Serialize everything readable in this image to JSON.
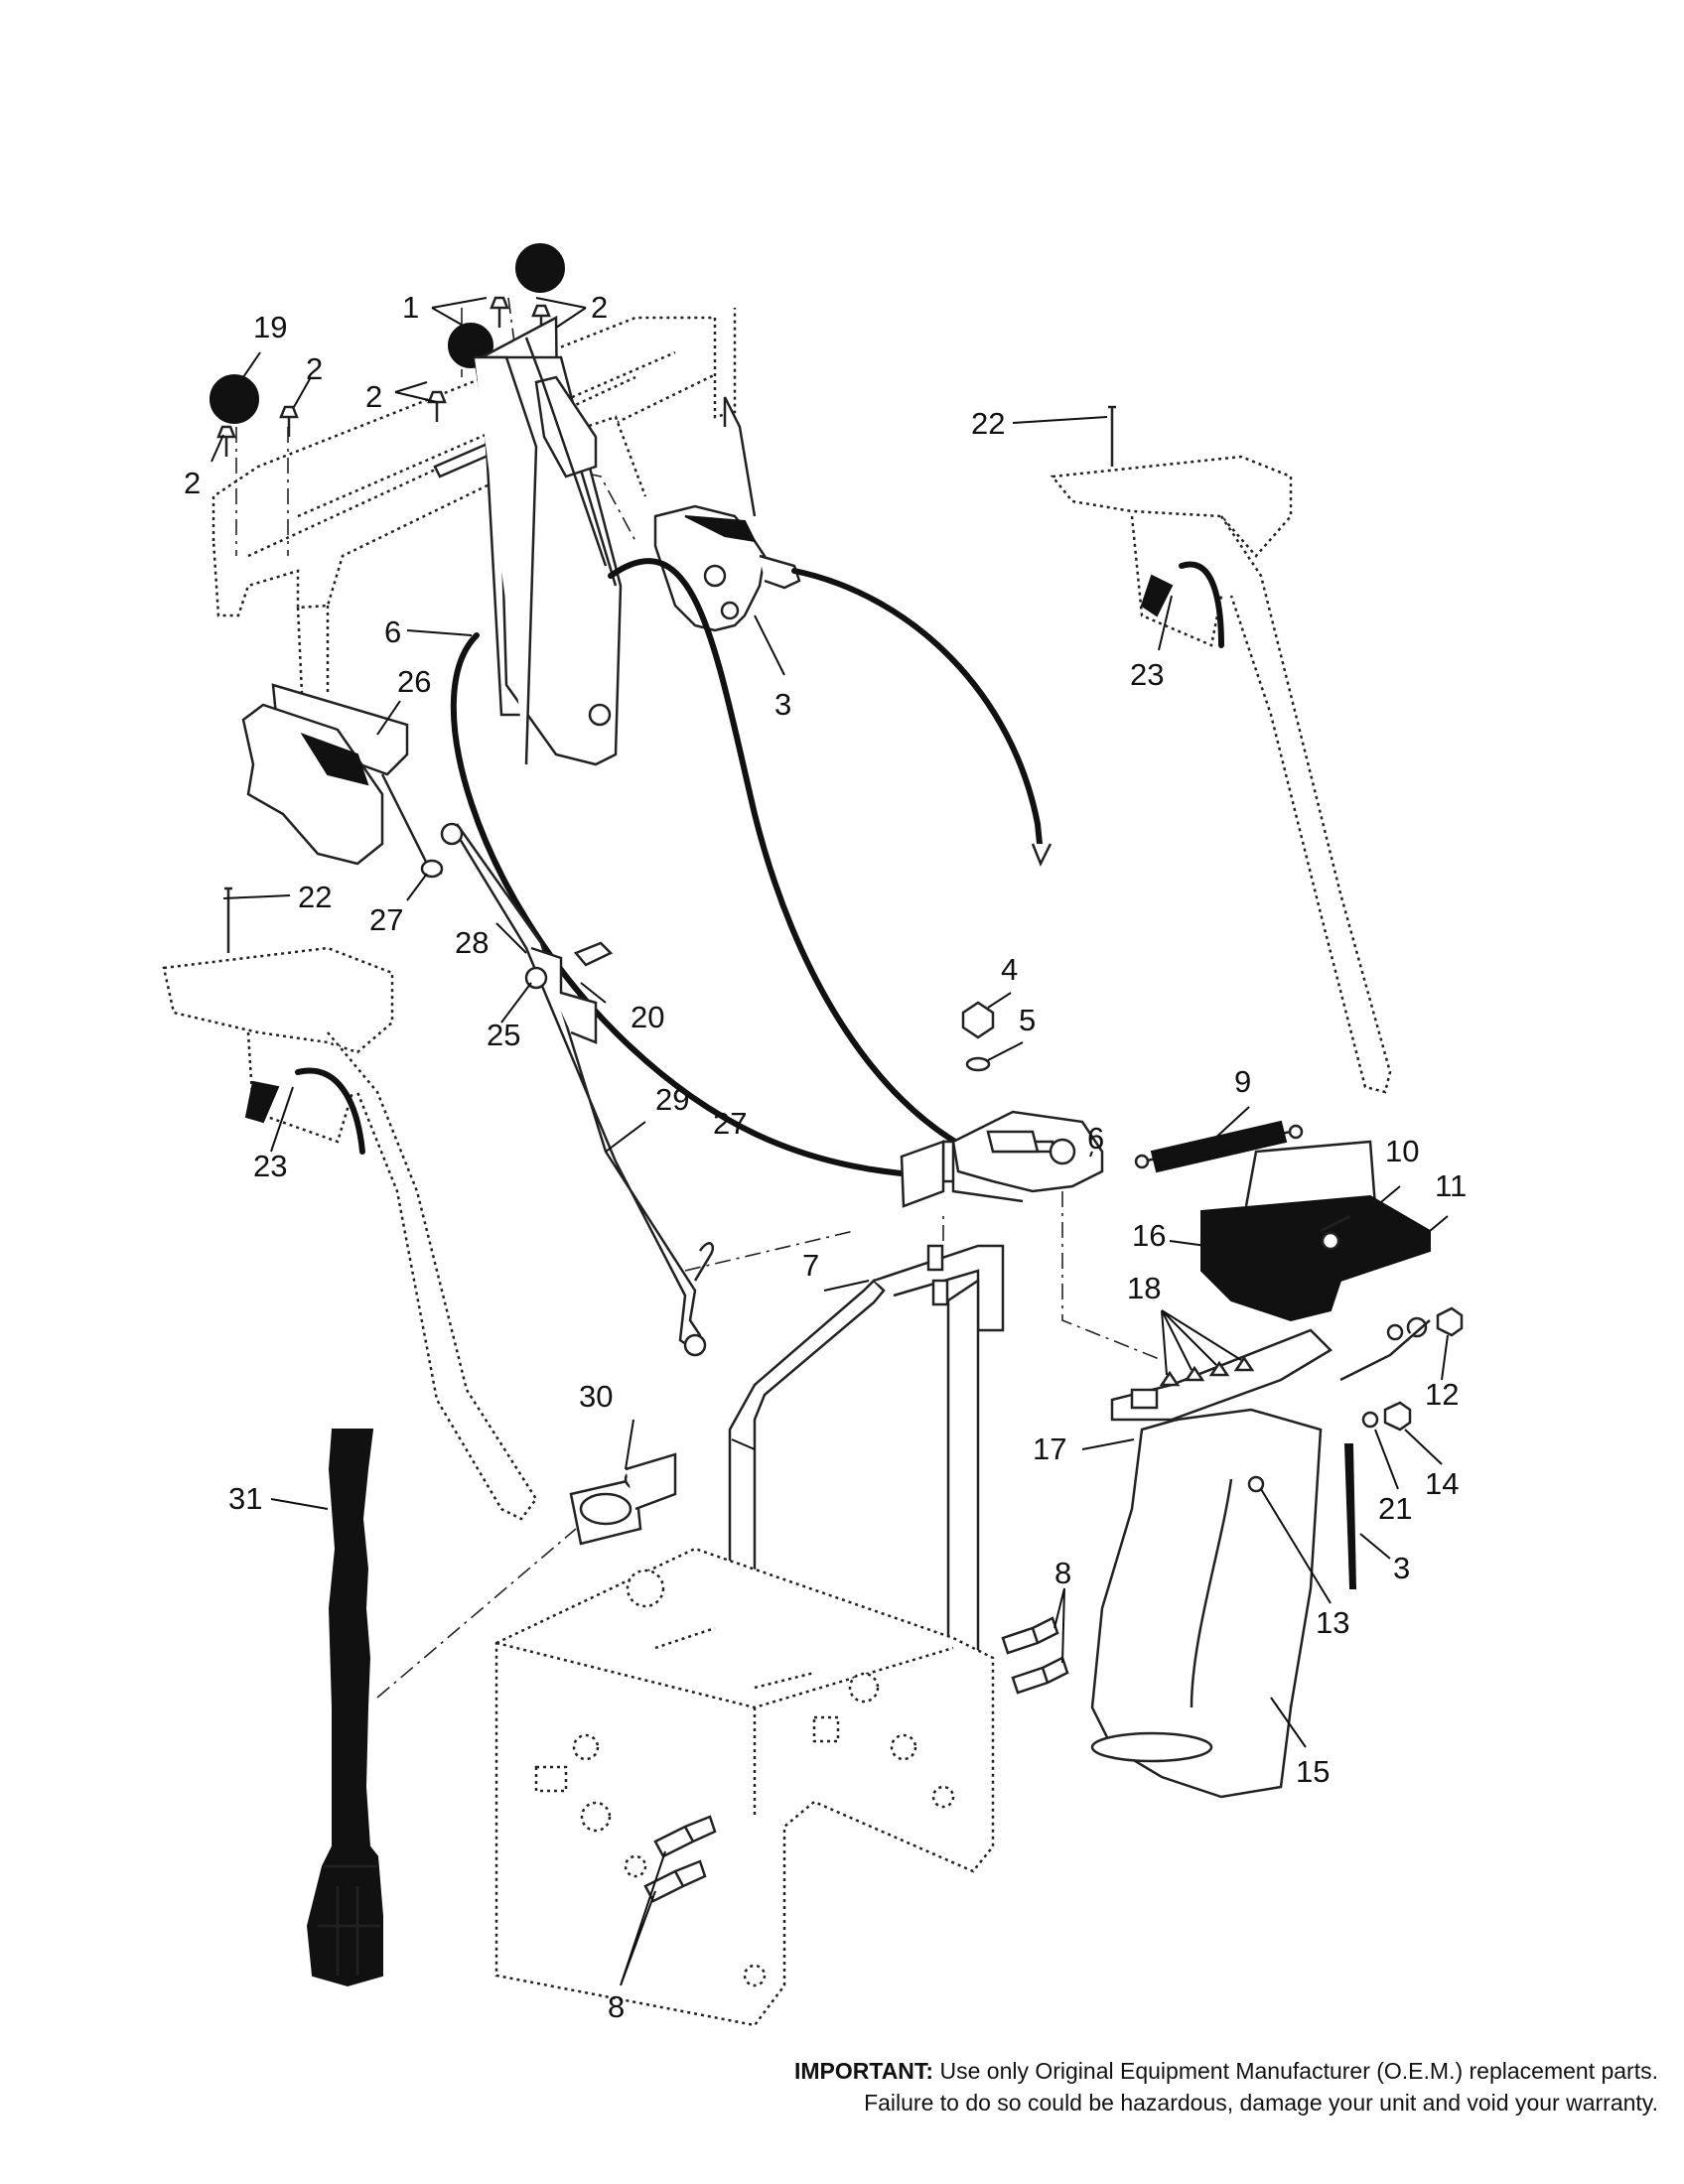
{
  "callouts": {
    "c1": "1",
    "c2a": "2",
    "c2b": "2",
    "c2c": "2",
    "c2d": "2",
    "c19": "19",
    "c22a": "22",
    "c22b": "22",
    "c23a": "23",
    "c23b": "23",
    "c6a": "6",
    "c6b": "6",
    "c3a": "3",
    "c3b": "3",
    "c26": "26",
    "c27a": "27",
    "c27b": "27",
    "c28": "28",
    "c25": "25",
    "c20": "20",
    "c29": "29",
    "c4": "4",
    "c5": "5",
    "c9": "9",
    "c10": "10",
    "c11": "11",
    "c16": "16",
    "c18": "18",
    "c12": "12",
    "c7": "7",
    "c30": "30",
    "c31": "31",
    "c17": "17",
    "c21": "21",
    "c14": "14",
    "c13": "13",
    "c8a": "8",
    "c8b": "8",
    "c15": "15"
  },
  "notice": {
    "label": "IMPORTANT:",
    "line1": "Use only Original Equipment Manufacturer (O.E.M.) replacement parts.",
    "line2": "Failure to do so could be hazardous, damage your unit and void your warranty."
  }
}
